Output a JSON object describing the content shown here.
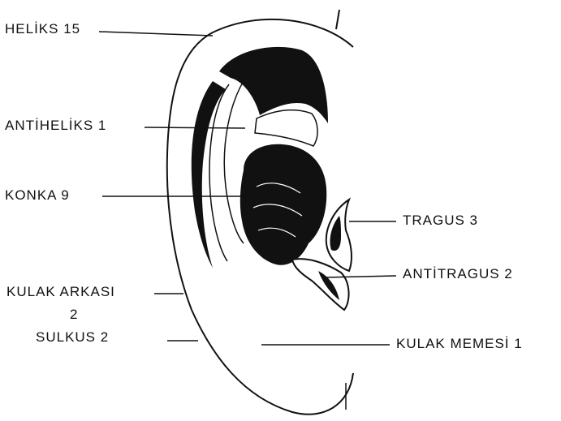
{
  "labels": {
    "heliks": "HELİKS 15",
    "antiheliks": "ANTİHELİKS 1",
    "konka": "KONKA 9",
    "tragus": "TRAGUS 3",
    "antitragus": "ANTİTRAGUS 2",
    "kulak_arkasi": "KULAK ARKASI",
    "kulak_arkasi_count": "2",
    "sulkus": "SULKUS 2",
    "kulak_memesi": "KULAK MEMESİ 1"
  },
  "colors": {
    "ink": "#111111",
    "paper": "#ffffff"
  }
}
